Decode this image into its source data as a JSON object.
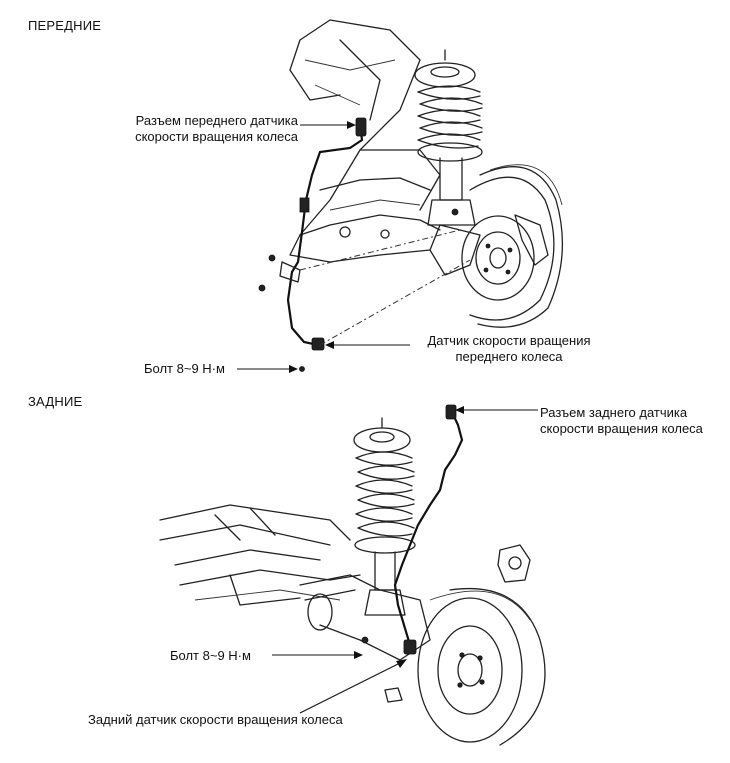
{
  "sections": {
    "front": {
      "title": "ПЕРЕДНИЕ",
      "connector_label_line1": "Разъем переднего датчика",
      "connector_label_line2": "скорости вращения колеса",
      "sensor_label_line1": "Датчик скорости вращения",
      "sensor_label_line2": "переднего колеса",
      "bolt_label": "Болт 8~9 Н·м"
    },
    "rear": {
      "title": "ЗАДНИЕ",
      "connector_label_line1": "Разъем заднего датчика",
      "connector_label_line2": "скорости вращения колеса",
      "bolt_label": "Болт 8~9 Н·м",
      "sensor_label": "Задний датчик скорости вращения колеса"
    }
  }
}
